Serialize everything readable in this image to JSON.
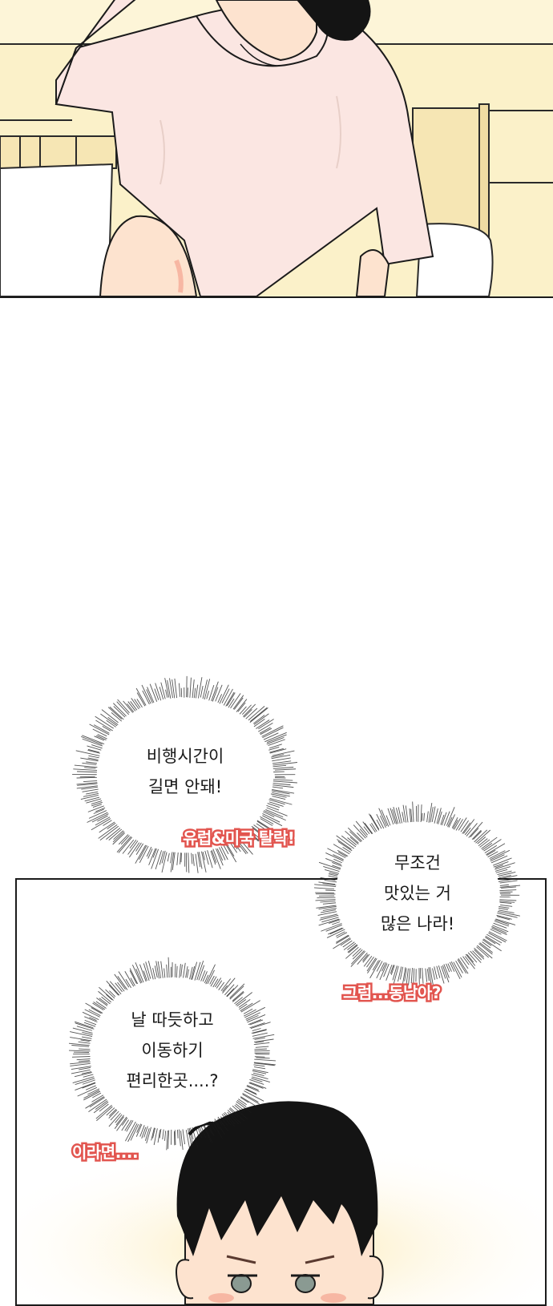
{
  "bubbles": [
    {
      "lines": [
        "비행시간이",
        "길면 안돼!"
      ],
      "caption": "유럽&미국 탈락!"
    },
    {
      "lines": [
        "무조건",
        "맛있는 거",
        "많은 나라!"
      ],
      "caption": "그럼...동남아?"
    },
    {
      "lines": [
        "날 따듯하고",
        "이동하기",
        "편리한곳....?"
      ],
      "caption": "이라면...."
    }
  ],
  "colors": {
    "caption_fill": "#e2554f",
    "bubble_ink": "#1a1a1a",
    "panel_bg_top": "#fbf1c9",
    "shirt": "#fbe6e2",
    "hair": "#141414",
    "skin": "#fde3cf"
  }
}
